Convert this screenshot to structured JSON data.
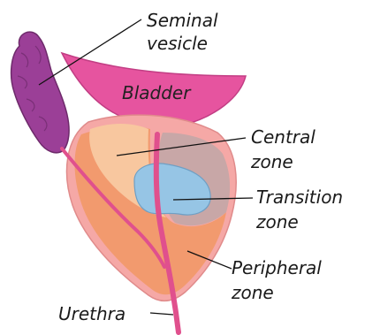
{
  "labels": {
    "seminal_vesicle": [
      "Seminal",
      "vesicle"
    ],
    "bladder": "Bladder",
    "central_zone": [
      "Central",
      "zone"
    ],
    "transition_zone": [
      "Transition",
      "zone"
    ],
    "peripheral_zone": [
      "Peripheral",
      "zone"
    ],
    "urethra": "Urethra"
  },
  "colors": {
    "seminal_vesicle": "#9b3f97",
    "bladder": "#e6549f",
    "capsule": "#f5a8a6",
    "peripheral_zone": "#f29a6e",
    "central_zone": "#f8c79f",
    "grey_zone": "#c8a7a7",
    "transition_zone": "#96c5e5",
    "urethra": "#e0508d"
  }
}
